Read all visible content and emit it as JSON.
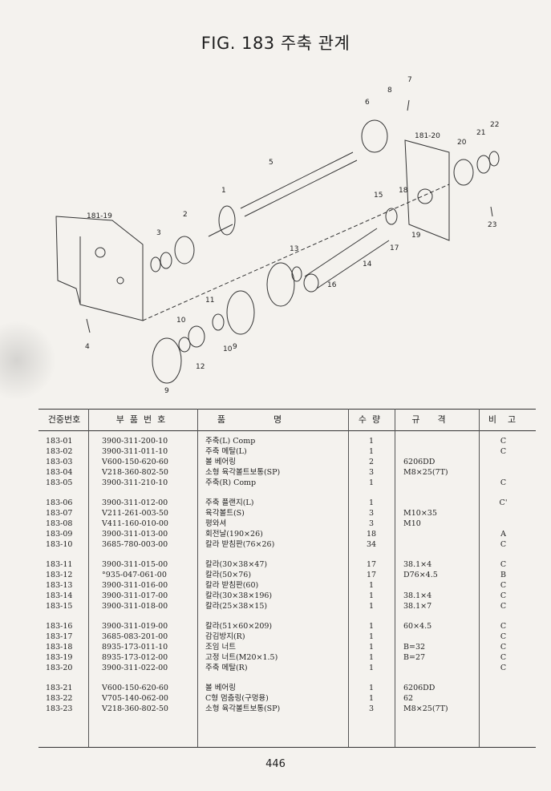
{
  "title": "FIG. 183 주축 관계",
  "page_number": "446",
  "diagram_labels": [
    "1",
    "2",
    "3",
    "4",
    "5",
    "6",
    "7",
    "8",
    "9",
    "9",
    "10",
    "10",
    "11",
    "12",
    "13",
    "14",
    "15",
    "16",
    "17",
    "18",
    "19",
    "20",
    "21",
    "22",
    "23",
    "181-19",
    "181-20"
  ],
  "table": {
    "headers": {
      "no": "건중번호",
      "part_no": "부품번호",
      "name": "품명",
      "qty": "수량",
      "spec": "규격",
      "remark": "비고"
    },
    "rows": [
      {
        "no": "183-01",
        "part_no": "3900-311-200-10",
        "name": "주축(L) Comp",
        "qty": "1",
        "spec": "",
        "remark": "C"
      },
      {
        "no": "183-02",
        "part_no": "3900-311-011-10",
        "name": "주축 메탈(L)",
        "qty": "1",
        "spec": "",
        "remark": "C"
      },
      {
        "no": "183-03",
        "part_no": "V600-150-620-60",
        "name": "볼 베어링",
        "qty": "2",
        "spec": "6206DD",
        "remark": ""
      },
      {
        "no": "183-04",
        "part_no": "V218-360-802-50",
        "name": "소형 육각볼트보통(SP)",
        "qty": "3",
        "spec": "M8×25(7T)",
        "remark": ""
      },
      {
        "no": "183-05",
        "part_no": "3900-311-210-10",
        "name": "주축(R) Comp",
        "qty": "1",
        "spec": "",
        "remark": "C"
      },
      {
        "no": "183-06",
        "part_no": "3900-311-012-00",
        "name": "주축 플랜지(L)",
        "qty": "1",
        "spec": "",
        "remark": "C'"
      },
      {
        "no": "183-07",
        "part_no": "V211-261-003-50",
        "name": "육각볼트(S)",
        "qty": "3",
        "spec": "M10×35",
        "remark": ""
      },
      {
        "no": "183-08",
        "part_no": "V411-160-010-00",
        "name": "평와셔",
        "qty": "3",
        "spec": "M10",
        "remark": ""
      },
      {
        "no": "183-09",
        "part_no": "3900-311-013-00",
        "name": "회전날(190×26)",
        "qty": "18",
        "spec": "",
        "remark": "A"
      },
      {
        "no": "183-10",
        "part_no": "3685-780-003-00",
        "name": "칼라 받침판(76×26)",
        "qty": "34",
        "spec": "",
        "remark": "C"
      },
      {
        "no": "183-11",
        "part_no": "3900-311-015-00",
        "name": "칼라(30×38×47)",
        "qty": "17",
        "spec": "38.1×4",
        "remark": "C"
      },
      {
        "no": "183-12",
        "part_no": "°935-047-061-00",
        "name": "칼라(50×76)",
        "qty": "17",
        "spec": "D76×4.5",
        "remark": "B"
      },
      {
        "no": "183-13",
        "part_no": "3900-311-016-00",
        "name": "칼라 받침판(60)",
        "qty": "1",
        "spec": "",
        "remark": "C"
      },
      {
        "no": "183-14",
        "part_no": "3900-311-017-00",
        "name": "칼라(30×38×196)",
        "qty": "1",
        "spec": "38.1×4",
        "remark": "C"
      },
      {
        "no": "183-15",
        "part_no": "3900-311-018-00",
        "name": "칼라(25×38×15)",
        "qty": "1",
        "spec": "38.1×7",
        "remark": "C"
      },
      {
        "no": "183-16",
        "part_no": "3900-311-019-00",
        "name": "칼라(51×60×209)",
        "qty": "1",
        "spec": "60×4.5",
        "remark": "C"
      },
      {
        "no": "183-17",
        "part_no": "3685-083-201-00",
        "name": "감김방지(R)",
        "qty": "1",
        "spec": "",
        "remark": "C"
      },
      {
        "no": "183-18",
        "part_no": "8935-173-011-10",
        "name": "조임 너트",
        "qty": "1",
        "spec": "B=32",
        "remark": "C"
      },
      {
        "no": "183-19",
        "part_no": "8935-173-012-00",
        "name": "고정 너트(M20×1.5)",
        "qty": "1",
        "spec": "B=27",
        "remark": "C"
      },
      {
        "no": "183-20",
        "part_no": "3900-311-022-00",
        "name": "주축 메탈(R)",
        "qty": "1",
        "spec": "",
        "remark": "C"
      },
      {
        "no": "183-21",
        "part_no": "V600-150-620-60",
        "name": "볼 베어링",
        "qty": "1",
        "spec": "6206DD",
        "remark": ""
      },
      {
        "no": "183-22",
        "part_no": "V705-140-062-00",
        "name": "C형 멈춤링(구멍용)",
        "qty": "1",
        "spec": "62",
        "remark": ""
      },
      {
        "no": "183-23",
        "part_no": "V218-360-802-50",
        "name": "소형 육각볼트보통(SP)",
        "qty": "3",
        "spec": "M8×25(7T)",
        "remark": ""
      }
    ]
  }
}
